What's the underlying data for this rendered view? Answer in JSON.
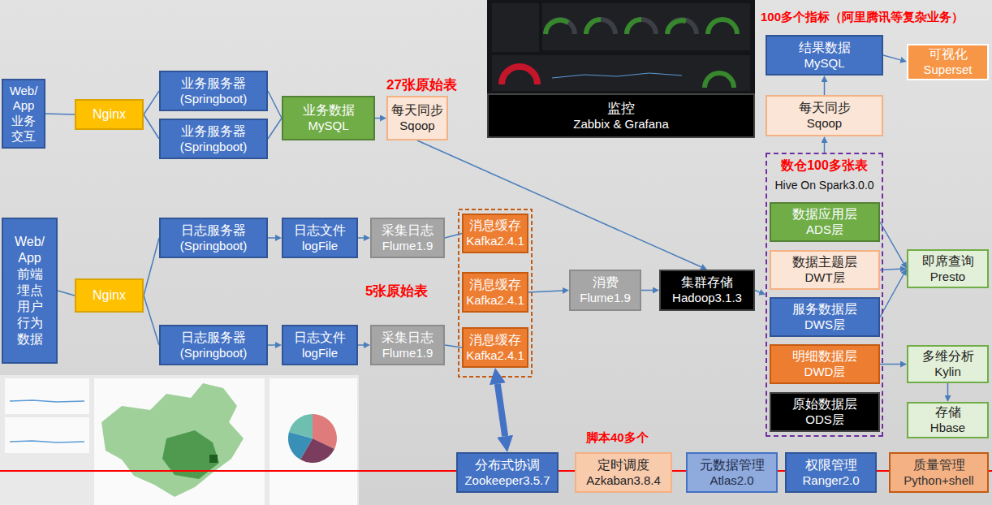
{
  "diagram": {
    "nodes": [
      {
        "text": [
          "Web/ App 业务 交互"
        ]
      },
      {
        "text": [
          "Nginx"
        ]
      },
      {
        "text": [
          "业务服务器",
          "(Springboot)"
        ]
      },
      {
        "text": [
          "业务服务器",
          "(Springboot)"
        ]
      },
      {
        "text": [
          "业务数据",
          "MySQL"
        ]
      },
      {
        "text": [
          "每天同步",
          "Sqoop"
        ]
      },
      {
        "text": [
          "监控",
          "Zabbix & Grafana"
        ]
      },
      {
        "text": [
          "结果数据",
          "MySQL"
        ]
      },
      {
        "text": [
          "可视化",
          "Superset"
        ]
      },
      {
        "text": [
          "每天同步",
          "Sqoop"
        ]
      },
      {
        "text": [
          "数仓100多张表",
          "Hive On Spark3.0.0"
        ]
      },
      {
        "text": [
          "数据应用层",
          "ADS层"
        ],
        "in": 10
      },
      {
        "text": [
          "数据主题层",
          "DWT层"
        ],
        "in": 10
      },
      {
        "text": [
          "服务数据层",
          "DWS层"
        ],
        "in": 10
      },
      {
        "text": [
          "明细数据层",
          "DWD层"
        ],
        "in": 10
      },
      {
        "text": [
          "原始数据层",
          "ODS层"
        ],
        "in": 10
      },
      {
        "text": [
          "Web/ App 前端 埋点 用户 行为 数据"
        ]
      },
      {
        "text": [
          "Nginx"
        ]
      },
      {
        "text": [
          "日志服务器",
          "(Springboot)"
        ]
      },
      {
        "text": [
          "日志文件",
          "logFile"
        ]
      },
      {
        "text": [
          "采集日志",
          "Flume1.9"
        ]
      },
      {
        "text": [
          "日志服务器",
          "(Springboot)"
        ]
      },
      {
        "text": [
          "日志文件",
          "logFile"
        ]
      },
      {
        "text": [
          "采集日志",
          "Flume1.9"
        ]
      },
      {
        "text": [
          "消息缓存",
          "Kafka2.4.1"
        ]
      },
      {
        "text": [
          "消息缓存",
          "Kafka2.4.1"
        ]
      },
      {
        "text": [
          "消息缓存",
          "Kafka2.4.1"
        ]
      },
      {
        "text": [
          "消费",
          "Flume1.9"
        ]
      },
      {
        "text": [
          "集群存储",
          "Hadoop3.1.3"
        ]
      },
      {
        "text": [
          "即席查询",
          "Presto"
        ]
      },
      {
        "text": [
          "多维分析",
          "Kylin"
        ]
      },
      {
        "text": [
          "存储",
          "Hbase"
        ]
      },
      {
        "text": [
          "分布式协调",
          "Zookeeper3.5.7"
        ]
      },
      {
        "text": [
          "定时调度",
          "Azkaban3.8.4"
        ]
      },
      {
        "text": [
          "元数据管理",
          "Atlas2.0"
        ]
      },
      {
        "text": [
          "权限管理",
          "Ranger2.0"
        ]
      },
      {
        "text": [
          "质量管理",
          "Python+shell"
        ]
      }
    ],
    "edges": [
      {
        "from": 0,
        "to": 1,
        "arrow": "none"
      },
      {
        "from": 1,
        "to": 2,
        "arrow": "none"
      },
      {
        "from": 1,
        "to": 3,
        "arrow": "none"
      },
      {
        "from": 2,
        "to": 4,
        "arrow": "none"
      },
      {
        "from": 3,
        "to": 4,
        "arrow": "none"
      },
      {
        "from": 4,
        "to": 5,
        "arrow": "to"
      },
      {
        "from": 5,
        "to": 28,
        "arrow": "to"
      },
      {
        "from": 16,
        "to": 17,
        "arrow": "none"
      },
      {
        "from": 17,
        "to": 18,
        "arrow": "none"
      },
      {
        "from": 17,
        "to": 21,
        "arrow": "none"
      },
      {
        "from": 18,
        "to": 19,
        "arrow": "to"
      },
      {
        "from": 19,
        "to": 20,
        "arrow": "to"
      },
      {
        "from": 21,
        "to": 22,
        "arrow": "to"
      },
      {
        "from": 22,
        "to": 23,
        "arrow": "to"
      },
      {
        "from": 20,
        "to": 24,
        "arrow": "none"
      },
      {
        "from": 23,
        "to": 26,
        "arrow": "none"
      },
      {
        "from": 25,
        "to": 27,
        "arrow": "to"
      },
      {
        "from": 27,
        "to": 28,
        "arrow": "to"
      },
      {
        "from": 28,
        "to": 10,
        "arrow": "to"
      },
      {
        "from": 10,
        "to": 9,
        "arrow": "to"
      },
      {
        "from": 9,
        "to": 7,
        "arrow": "to"
      },
      {
        "from": 7,
        "to": 8,
        "arrow": "to"
      },
      {
        "from": 11,
        "to": 29,
        "arrow": "to"
      },
      {
        "from": 12,
        "to": 29,
        "arrow": "to"
      },
      {
        "from": 13,
        "to": 29,
        "arrow": "to"
      },
      {
        "from": 14,
        "to": 30,
        "arrow": "to"
      },
      {
        "from": 30,
        "to": 31,
        "arrow": "to"
      },
      {
        "from": 26,
        "to": 32,
        "arrow": "both"
      }
    ],
    "labels": [
      "100多个指标（阿里腾讯等复杂业务）",
      "27张原始表",
      "5张原始表",
      "脚本40多个"
    ]
  }
}
